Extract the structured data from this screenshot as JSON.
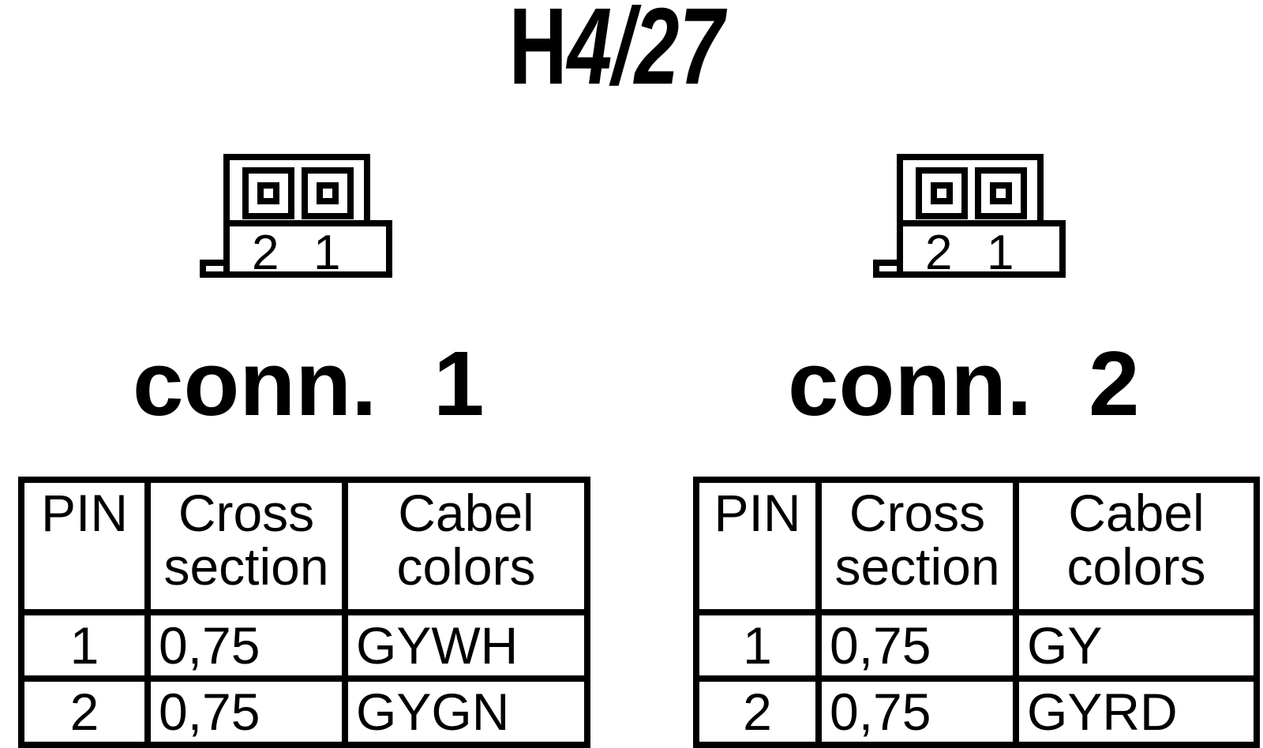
{
  "colors": {
    "ink": "#000000",
    "background": "#ffffff"
  },
  "title": {
    "normal": "H",
    "italic": "4/27"
  },
  "connectors": [
    {
      "label": "conn. 1",
      "pin_labels": [
        "2",
        "1"
      ]
    },
    {
      "label": "conn. 2",
      "pin_labels": [
        "2",
        "1"
      ]
    }
  ],
  "tables": [
    {
      "headers": [
        [
          "PIN"
        ],
        [
          "Cross",
          "section"
        ],
        [
          "Cabel",
          "colors"
        ]
      ],
      "rows": [
        [
          "1",
          "0,75",
          "GYWH"
        ],
        [
          "2",
          "0,75",
          "GYGN"
        ]
      ]
    },
    {
      "headers": [
        [
          "PIN"
        ],
        [
          "Cross",
          "section"
        ],
        [
          "Cabel",
          "colors"
        ]
      ],
      "rows": [
        [
          "1",
          "0,75",
          "GY"
        ],
        [
          "2",
          "0,75",
          "GYRD"
        ]
      ]
    }
  ]
}
